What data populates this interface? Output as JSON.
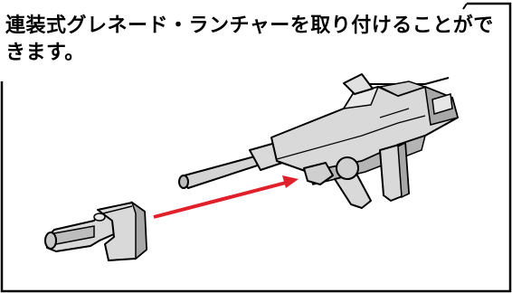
{
  "instruction": {
    "caption": "連装式グレネード・ランチャーを取り付けることができます。"
  },
  "colors": {
    "arrow": "#e0202a",
    "part_fill": "#d9d9d9",
    "part_shadow": "#a8a8a8",
    "outline": "#000000",
    "background": "#ffffff"
  },
  "icons": {
    "rifle": "beam-rifle-illustration",
    "launcher": "grenade-launcher-illustration",
    "arrow": "attach-direction-arrow"
  }
}
